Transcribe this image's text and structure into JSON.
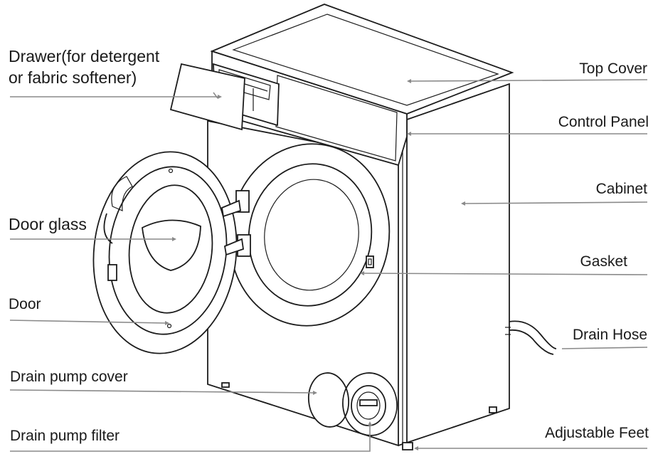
{
  "labels": {
    "drawer_line1": "Drawer(for detergent",
    "drawer_line2": "or fabric softener)",
    "door_glass": "Door glass",
    "door": "Door",
    "drain_pump_cover": "Drain pump cover",
    "drain_pump_filter": "Drain pump filter",
    "top_cover": "Top Cover",
    "control_panel": "Control Panel",
    "cabinet": "Cabinet",
    "gasket": "Gasket",
    "drain_hose": "Drain Hose",
    "adjustable_feet": "Adjustable Feet"
  },
  "colors": {
    "outline": "#1c1c1c",
    "leader_line": "#8a8a8a",
    "text": "#1a1a1a",
    "background": "#ffffff"
  }
}
